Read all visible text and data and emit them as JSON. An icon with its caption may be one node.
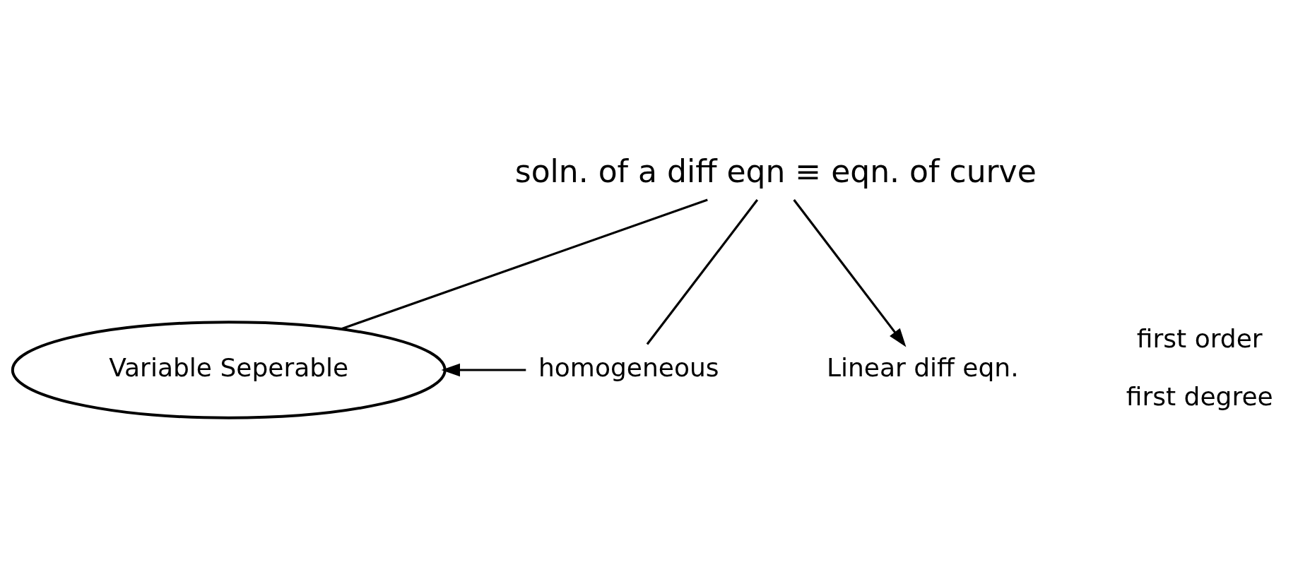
{
  "diagram": {
    "nodes": [
      {
        "text": [
          "soln. of a diff eqn ≡ eqn. of curve"
        ]
      },
      {
        "text": [
          "Variable Seperable"
        ]
      },
      {
        "text": [
          "homogeneous"
        ]
      },
      {
        "text": [
          "Linear diff eqn."
        ]
      }
    ],
    "edges": [
      {
        "from": 0,
        "to": 1,
        "arrow": "none"
      },
      {
        "from": 0,
        "to": 2,
        "arrow": "none"
      },
      {
        "from": 0,
        "to": 3,
        "arrow": "to"
      },
      {
        "from": 2,
        "to": 1,
        "arrow": "to"
      }
    ],
    "labels": [
      "first order",
      "first degree"
    ]
  }
}
